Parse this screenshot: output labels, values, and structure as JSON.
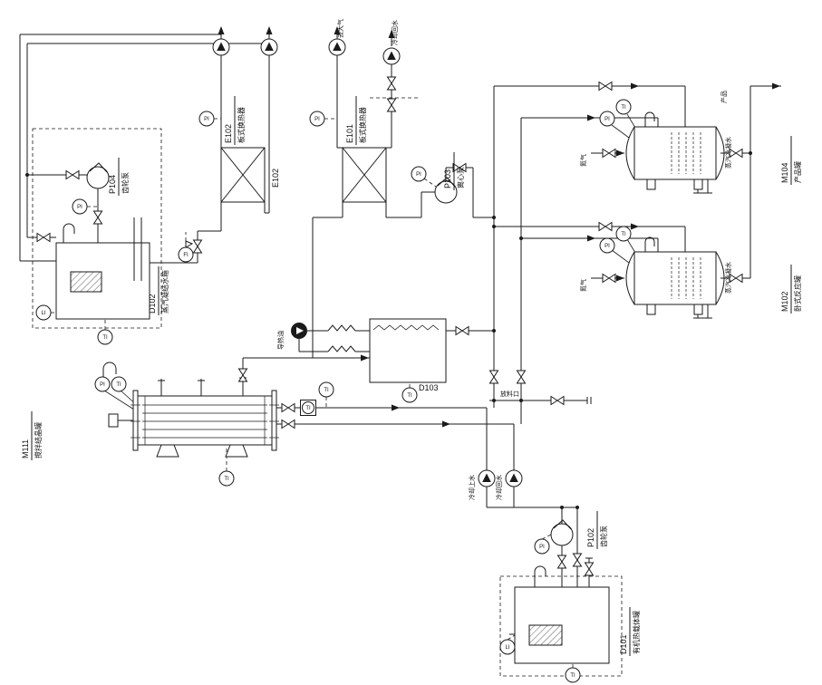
{
  "colors": {
    "background": "#ffffff",
    "line": "#1a1a1a"
  },
  "equipment": [
    {
      "tag": "E102",
      "name": "板式换热器"
    },
    {
      "tag": "E101",
      "name": "板式换热器"
    },
    {
      "tag": "P103",
      "name": "离心泵"
    },
    {
      "tag": "P104",
      "name": "齿轮泵"
    },
    {
      "tag": "D102",
      "name": "蒸汽凝结水箱"
    },
    {
      "tag": "D103",
      "name": ""
    },
    {
      "tag": "M111",
      "name": "搅拌结晶罐"
    },
    {
      "tag": "M102",
      "name": "卧式反应罐"
    },
    {
      "tag": "M104",
      "name": "产品罐"
    },
    {
      "tag": "P102",
      "name": "齿轮泵"
    },
    {
      "tag": "D101",
      "name": "有机热载体罐"
    }
  ],
  "streams": [
    {
      "label": "去大气"
    },
    {
      "label": "冷却回水"
    },
    {
      "label": "导热油"
    },
    {
      "label": "放料口"
    },
    {
      "label": "氮气"
    },
    {
      "label": "氮气"
    },
    {
      "label": "产品"
    },
    {
      "label": "蒸汽冷凝水"
    },
    {
      "label": "蒸汽冷凝水"
    },
    {
      "label": "冷却上水"
    },
    {
      "label": "冷却回水"
    }
  ],
  "instruments": [
    {
      "tag": "PI"
    },
    {
      "tag": "PI"
    },
    {
      "tag": "PI"
    },
    {
      "tag": "PI"
    },
    {
      "tag": "LI"
    },
    {
      "tag": "TI"
    },
    {
      "tag": "FI"
    },
    {
      "tag": "TI"
    },
    {
      "tag": "TI"
    },
    {
      "tag": "TI"
    },
    {
      "tag": "PI"
    },
    {
      "tag": "TI"
    },
    {
      "tag": "PI"
    },
    {
      "tag": "TI"
    },
    {
      "tag": "PI"
    },
    {
      "tag": "TI"
    },
    {
      "tag": "PI"
    },
    {
      "tag": "LI"
    },
    {
      "tag": "TI"
    },
    {
      "tag": "TI"
    }
  ]
}
